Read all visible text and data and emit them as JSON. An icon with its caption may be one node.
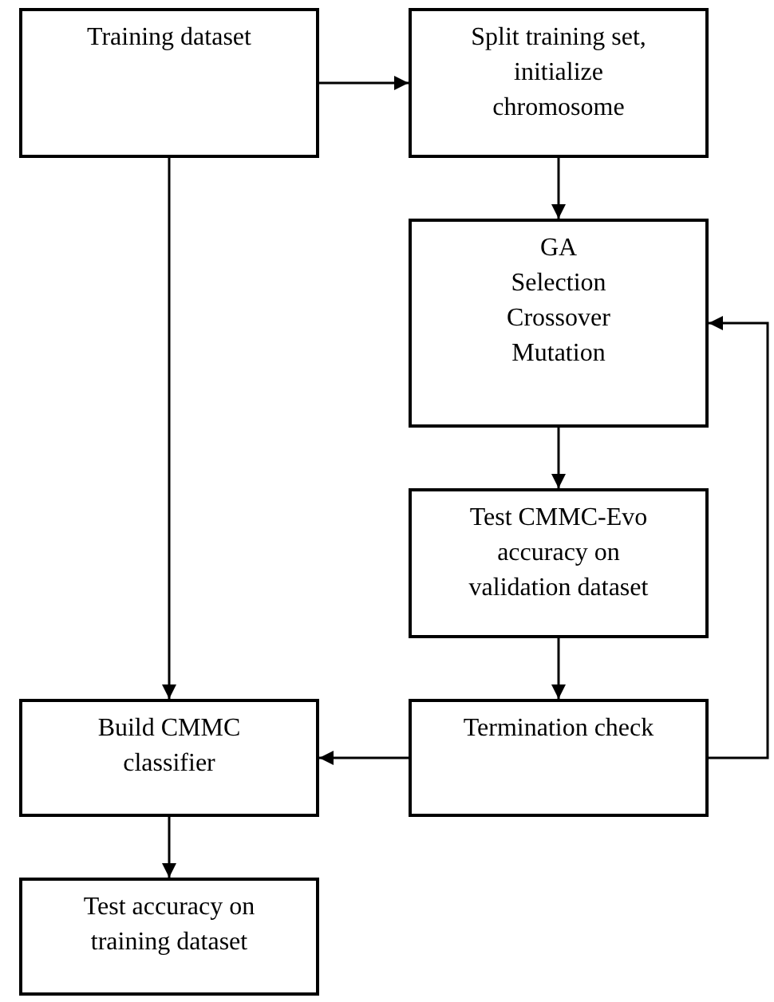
{
  "diagram": {
    "nodes": [
      {
        "text": [
          "Training dataset"
        ]
      },
      {
        "text": [
          "Split training set, initialize chromosome"
        ]
      },
      {
        "text": [
          "GA",
          "Selection",
          "Crossover",
          "Mutation"
        ]
      },
      {
        "text": [
          "Test CMMC-Evo accuracy on validation dataset"
        ]
      },
      {
        "text": [
          "Termination check"
        ]
      },
      {
        "text": [
          "Build CMMC classifier"
        ]
      },
      {
        "text": [
          "Test accuracy on training dataset"
        ]
      }
    ],
    "edges": [
      {
        "from": 0,
        "to": 1,
        "arrow": "to"
      },
      {
        "from": 1,
        "to": 2,
        "arrow": "to"
      },
      {
        "from": 2,
        "to": 3,
        "arrow": "to"
      },
      {
        "from": 3,
        "to": 4,
        "arrow": "to"
      },
      {
        "from": 4,
        "to": 2,
        "arrow": "to"
      },
      {
        "from": 4,
        "to": 5,
        "arrow": "to"
      },
      {
        "from": 0,
        "to": 5,
        "arrow": "to"
      },
      {
        "from": 5,
        "to": 6,
        "arrow": "to"
      }
    ]
  }
}
